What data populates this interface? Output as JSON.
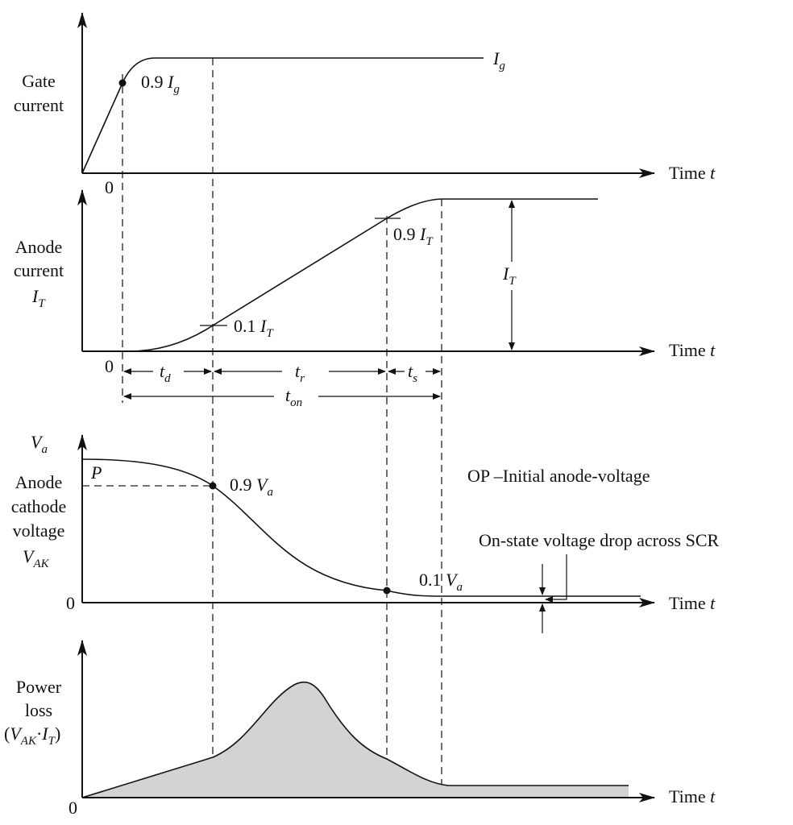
{
  "time_axis_label": "Time",
  "time_symbol": "t",
  "zero": "0",
  "gate": {
    "ylabel": [
      "Gate",
      "current"
    ],
    "level_symbol": "I",
    "level_sub": "g",
    "point_label": "0.9 ",
    "point_symbol": "I",
    "point_sub": "g"
  },
  "anode": {
    "ylabel": [
      "Anode",
      "current"
    ],
    "ylabel_symbol": "I",
    "ylabel_sub": "T",
    "p01_label": "0.1 ",
    "p09_label": "0.9 ",
    "sym": "I",
    "sub": "T",
    "amplitude_symbol": "I",
    "amplitude_sub": "T"
  },
  "intervals": {
    "td": {
      "sym": "t",
      "sub": "d"
    },
    "tr": {
      "sym": "t",
      "sub": "r"
    },
    "ts": {
      "sym": "t",
      "sub": "s"
    },
    "ton": {
      "sym": "t",
      "sub": "on"
    }
  },
  "voltage": {
    "top_symbol": "V",
    "top_sub": "a",
    "ylabel": [
      "Anode",
      "cathode",
      "voltage"
    ],
    "ylabel_symbol": "V",
    "ylabel_sub": "AK",
    "point_P": "P",
    "p09_label": "0.9 ",
    "p01_label": "0.1 ",
    "sym": "V",
    "sub": "a",
    "note_op": "OP –Initial anode-voltage",
    "note_onstate": "On-state voltage drop across SCR"
  },
  "power": {
    "ylabel": [
      "Power",
      "loss"
    ],
    "ylabel_expr": {
      "open": "(",
      "v": "V",
      "vsub": "AK",
      "dot": "·",
      "i": "I",
      "isub": "T",
      "close": ")"
    },
    "fill_color": "#d3d3d3"
  }
}
